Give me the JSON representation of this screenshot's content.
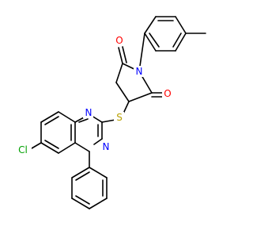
{
  "diagram": {
    "type": "chemical-structure",
    "colors": {
      "bond": "#000000",
      "carbon": "#000000",
      "nitrogen": "#0000ff",
      "oxygen": "#ff0000",
      "sulfur": "#b8a000",
      "chlorine": "#00a000",
      "background": "#ffffff"
    },
    "atoms": {
      "o_top": "O",
      "o_right": "O",
      "n_imide": "N",
      "s_thio": "S",
      "n_quin_1": "N",
      "n_quin_3": "N",
      "cl": "Cl"
    }
  }
}
